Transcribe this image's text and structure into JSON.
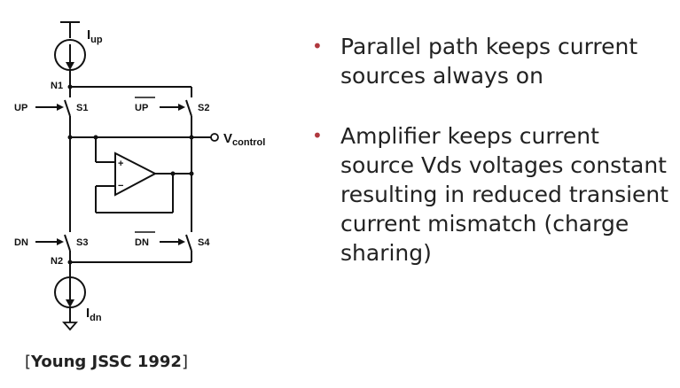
{
  "circuit": {
    "labels": {
      "i_up": "up",
      "n1": "N1",
      "up_in": "UP",
      "s1": "S1",
      "up_bar": "UP",
      "s2": "S2",
      "v_control": "control",
      "dn_in": "DN",
      "s3": "S3",
      "dn_bar": "DN",
      "s4": "S4",
      "n2": "N2",
      "i_dn": "dn",
      "opamp_plus": "+",
      "opamp_minus": "−"
    }
  },
  "bullets": [
    "Parallel path keeps current sources always on",
    "Amplifier keeps current source Vds voltages constant resulting in reduced transient current mismatch (charge sharing)"
  ],
  "bullet_marker": "•",
  "citation": {
    "open": "[",
    "text": "Young JSSC 1992",
    "close": "]"
  },
  "colors": {
    "bullet": "#b0383e",
    "text": "#222222"
  }
}
